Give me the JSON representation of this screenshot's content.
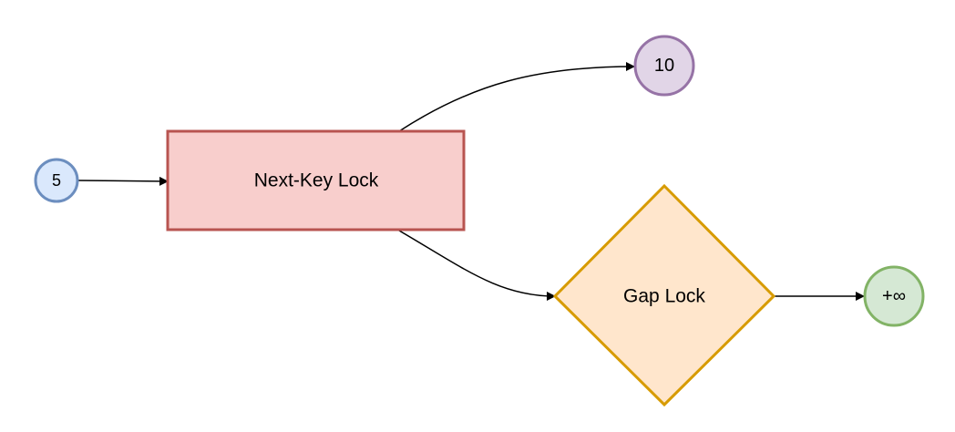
{
  "colors": {
    "background": "#ffffff",
    "edge": "#000000",
    "text": "#000000"
  },
  "nodes": {
    "start": {
      "label": "5",
      "fill": "#dae8fc",
      "stroke": "#6c8ebf"
    },
    "next_key_lock": {
      "label": "Next-Key Lock",
      "fill": "#f8cecc",
      "stroke": "#b85450"
    },
    "ten": {
      "label": "10",
      "fill": "#e1d5e7",
      "stroke": "#9673a6"
    },
    "gap_lock": {
      "label": "Gap Lock",
      "fill": "#ffe6cc",
      "stroke": "#d79b00"
    },
    "infinity": {
      "label": "+∞",
      "fill": "#d5e8d4",
      "stroke": "#82b366"
    }
  }
}
